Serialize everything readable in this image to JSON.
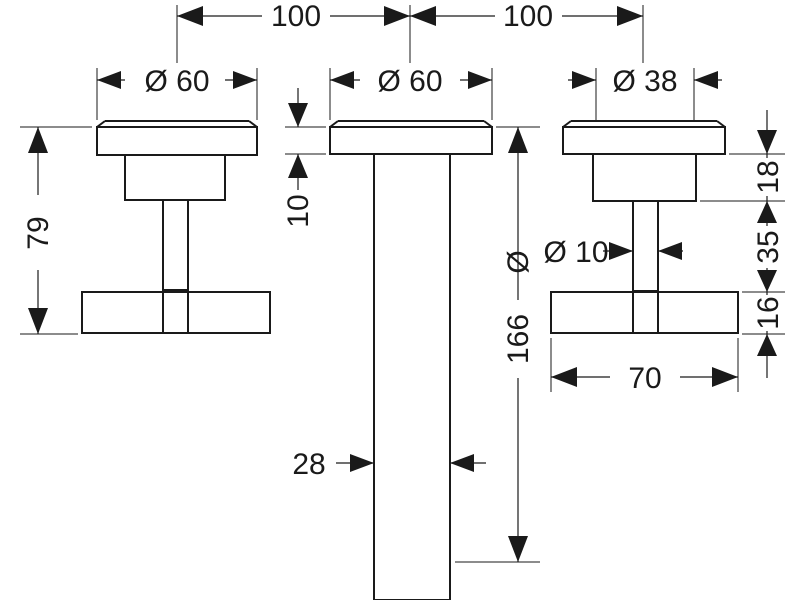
{
  "dimensions": {
    "spacing_left": "100",
    "spacing_right": "100",
    "left_handle_diameter": "Ø 60",
    "spout_diameter": "Ø 60",
    "right_handle_diameter": "Ø 38",
    "spout_plate_height": "10",
    "handle_height": "79",
    "spout_length": "166",
    "stem_diameter": "Ø 10",
    "spout_width": "28",
    "right_cap_height": "18",
    "right_stem_height": "35",
    "right_base_height": "16",
    "right_base_width": "70"
  },
  "colors": {
    "line": "#1a1a1a",
    "background": "#ffffff"
  }
}
